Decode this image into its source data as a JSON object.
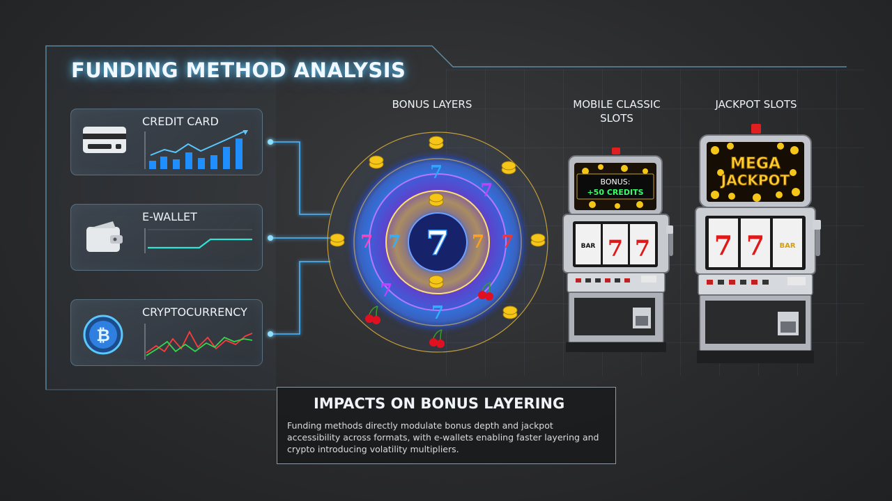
{
  "title": "FUNDING METHOD ANALYSIS",
  "funding_methods": [
    {
      "label": "CREDIT CARD",
      "icon": "credit-card-icon",
      "chart": "rising-bar-chart"
    },
    {
      "label": "E-WALLET",
      "icon": "wallet-icon",
      "chart": "flat-line-chart"
    },
    {
      "label": "CRYPTOCURRENCY",
      "icon": "bitcoin-icon",
      "chart": "volatile-line-chart"
    }
  ],
  "columns": {
    "bonus_layers": "BONUS LAYERS",
    "mobile_classic_line1": "MOBILE CLASSIC",
    "mobile_classic_line2": "SLOTS",
    "jackpot_slots": "JACKPOT SLOTS"
  },
  "mobile_slot": {
    "screen_line1": "BONUS:",
    "screen_line2": "+50 CREDITS",
    "reel_bar": "BAR",
    "reel_seven": "7"
  },
  "jackpot_slot": {
    "screen_line1": "MEGA",
    "screen_line2": "JACKPOT",
    "reel_seven": "7",
    "reel_bar": "BAR"
  },
  "ring_symbol": "7",
  "impacts": {
    "title": "IMPACTS ON BONUS LAYERING",
    "body": "Funding methods directly modulate bonus depth and jackpot accessibility across formats, with e-wallets enabling faster layering and crypto introducing volatility multipliers."
  },
  "colors": {
    "accent_glow": "#5ac8ff",
    "bar_blue": "#1f8fff",
    "ewallet_line": "#2ee6d6",
    "crypto_red": "#ff3b3b",
    "crypto_green": "#32d74b",
    "bonus_green": "#35ff6a",
    "gold": "#f5c518"
  }
}
